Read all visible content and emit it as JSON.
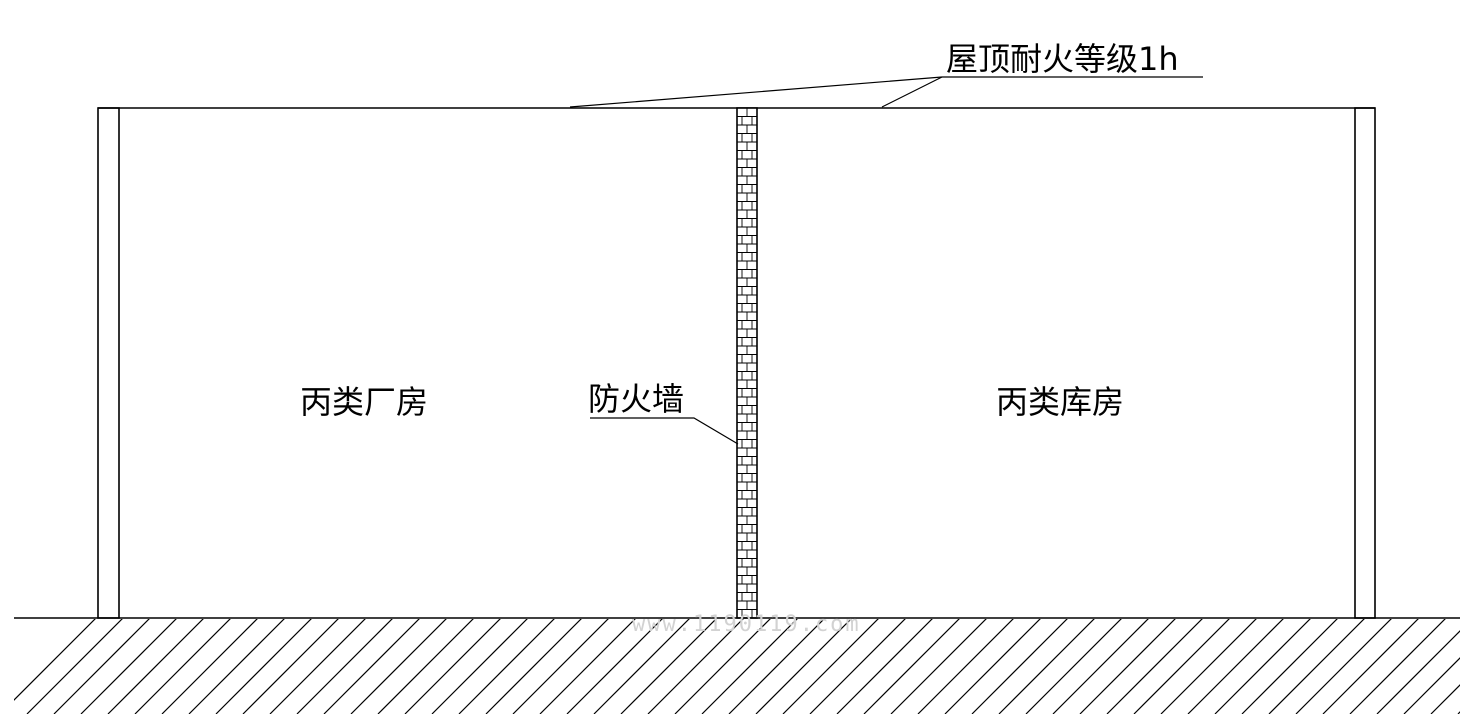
{
  "labels": {
    "roof_fire_rating": "屋顶耐火等级1h",
    "fire_wall": "防火墙",
    "factory": "丙类厂房",
    "warehouse": "丙类库房"
  },
  "watermark": "www.1190119.com",
  "colors": {
    "line": "#000000",
    "background": "#ffffff",
    "watermark": "#d2d2d2"
  }
}
